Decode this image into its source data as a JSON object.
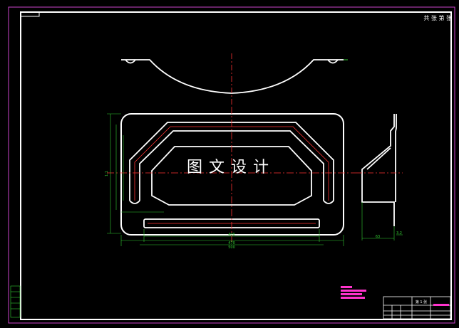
{
  "drawing": {
    "top_right_label": "共 张 第 张",
    "watermark": "图文设计",
    "dimensions": {
      "left_vertical": "1:1",
      "bottom_inner": "400",
      "bottom_mid": "470",
      "bottom_outer": "500",
      "side_view_bottom": "63",
      "side_view_right": "3.2"
    },
    "title_block_label": "第 1 张"
  },
  "colors": {
    "background": "#000000",
    "sheet_border": "#cc44cc",
    "outline": "#ffffff",
    "centerline": "#ff3333",
    "dimension": "#33cc33",
    "magenta_text": "#ff33cc"
  }
}
